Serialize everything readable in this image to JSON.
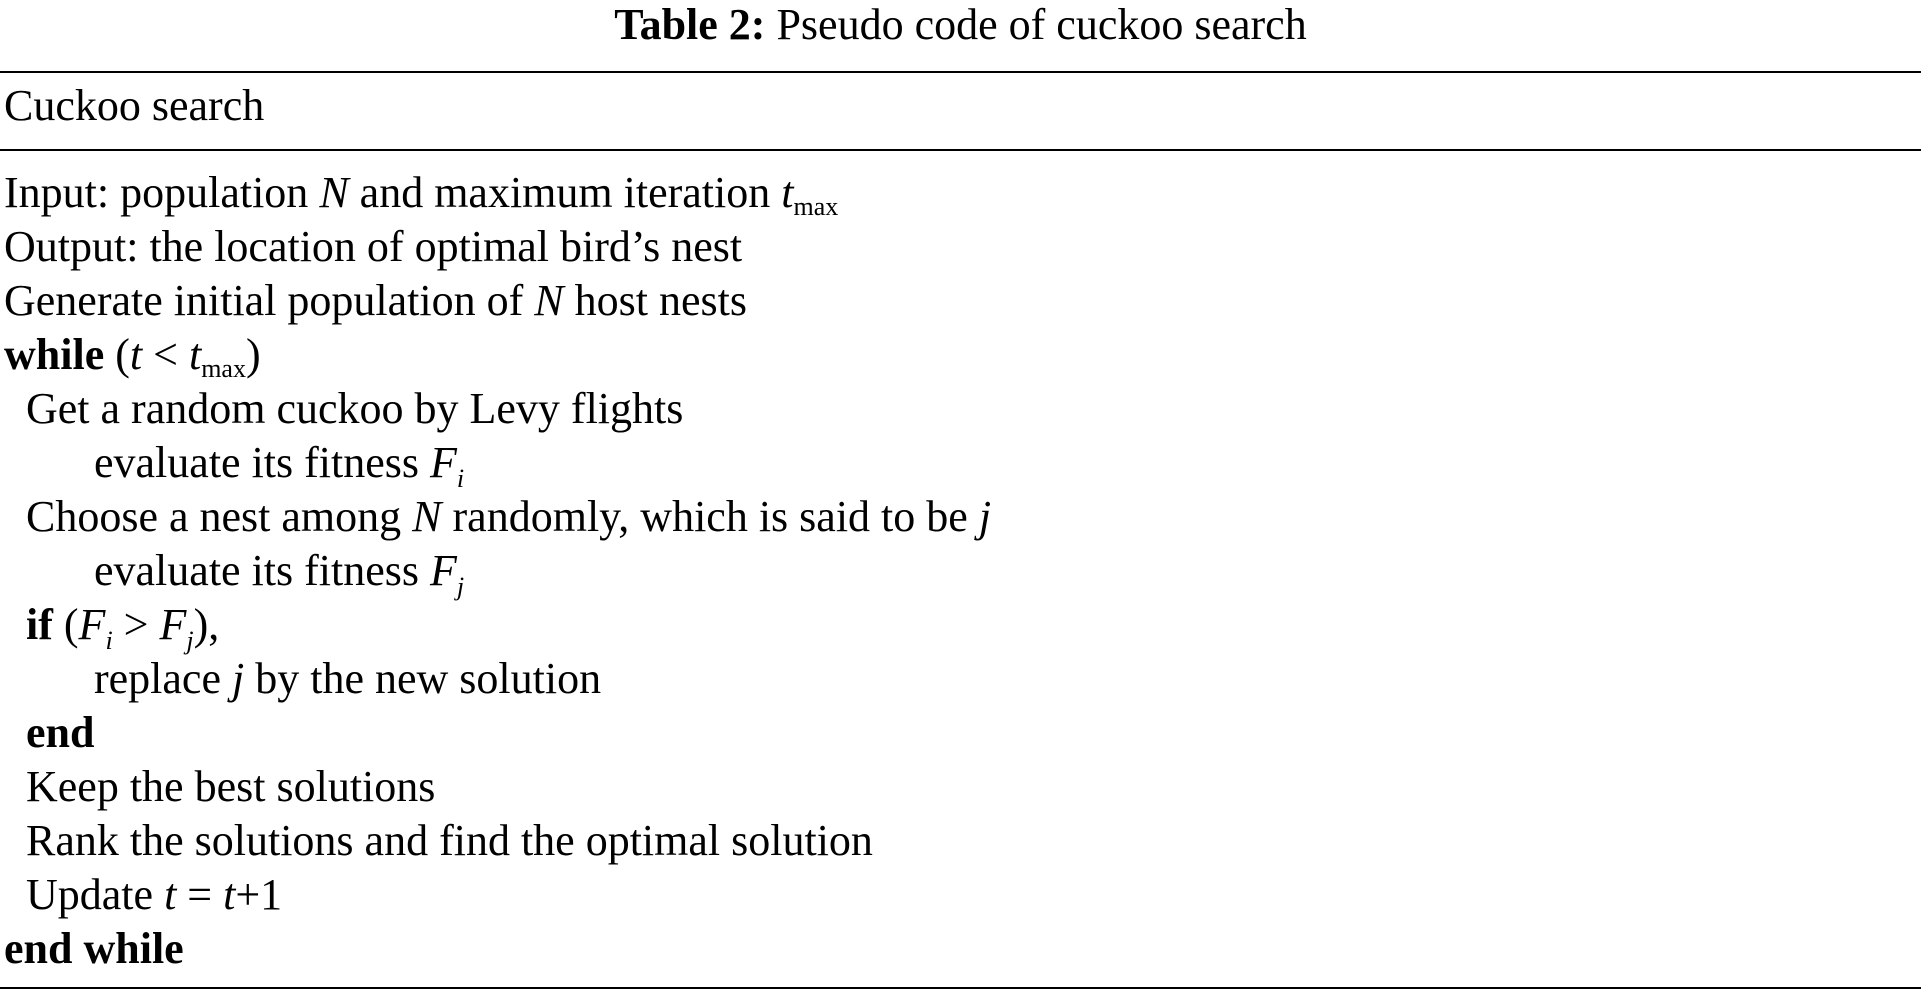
{
  "table": {
    "caption_label": "Table 2:",
    "caption_title": "Pseudo code of cuckoo search",
    "header": "Cuckoo search",
    "lines": [
      {
        "indent": 0,
        "segments": [
          {
            "t": "Input: population ",
            "s": "text"
          },
          {
            "t": "N",
            "s": "var"
          },
          {
            "t": " and maximum iteration ",
            "s": "text"
          },
          {
            "t": "t",
            "s": "var"
          },
          {
            "t": "max",
            "s": "sub"
          }
        ]
      },
      {
        "indent": 0,
        "segments": [
          {
            "t": "Output: the location of optimal bird’s nest",
            "s": "text"
          }
        ]
      },
      {
        "indent": 0,
        "segments": [
          {
            "t": "Generate initial population of ",
            "s": "text"
          },
          {
            "t": "N",
            "s": "var"
          },
          {
            "t": " host nests",
            "s": "text"
          }
        ]
      },
      {
        "indent": 0,
        "segments": [
          {
            "t": "while",
            "s": "kw"
          },
          {
            "t": " (",
            "s": "text"
          },
          {
            "t": "t",
            "s": "var"
          },
          {
            "t": " < ",
            "s": "text"
          },
          {
            "t": "t",
            "s": "var"
          },
          {
            "t": "max",
            "s": "sub"
          },
          {
            "t": ")",
            "s": "text"
          }
        ]
      },
      {
        "indent": 1,
        "segments": [
          {
            "t": "Get a random cuckoo by Levy flights",
            "s": "text"
          }
        ]
      },
      {
        "indent": 2,
        "segments": [
          {
            "t": "evaluate its fitness ",
            "s": "text"
          },
          {
            "t": "F",
            "s": "var"
          },
          {
            "t": "i",
            "s": "subvar"
          }
        ]
      },
      {
        "indent": 1,
        "segments": [
          {
            "t": "Choose a nest among ",
            "s": "text"
          },
          {
            "t": "N",
            "s": "var"
          },
          {
            "t": " randomly, which is said to be ",
            "s": "text"
          },
          {
            "t": "j",
            "s": "var"
          }
        ]
      },
      {
        "indent": 2,
        "segments": [
          {
            "t": "evaluate its fitness ",
            "s": "text"
          },
          {
            "t": "F",
            "s": "var"
          },
          {
            "t": "j",
            "s": "subvar"
          }
        ]
      },
      {
        "indent": 1,
        "segments": [
          {
            "t": "if",
            "s": "kw"
          },
          {
            "t": " (",
            "s": "text"
          },
          {
            "t": "F",
            "s": "var"
          },
          {
            "t": "i",
            "s": "subvar"
          },
          {
            "t": " > ",
            "s": "text"
          },
          {
            "t": "F",
            "s": "var"
          },
          {
            "t": "j",
            "s": "subvar"
          },
          {
            "t": "),",
            "s": "text"
          }
        ]
      },
      {
        "indent": 2,
        "segments": [
          {
            "t": "replace ",
            "s": "text"
          },
          {
            "t": "j",
            "s": "var"
          },
          {
            "t": " by the new solution",
            "s": "text"
          }
        ]
      },
      {
        "indent": 1,
        "segments": [
          {
            "t": "end",
            "s": "kw"
          }
        ]
      },
      {
        "indent": 1,
        "segments": [
          {
            "t": "Keep the best solutions",
            "s": "text"
          }
        ]
      },
      {
        "indent": 1,
        "segments": [
          {
            "t": "Rank the solutions and find the optimal solution",
            "s": "text"
          }
        ]
      },
      {
        "indent": 1,
        "segments": [
          {
            "t": "Update ",
            "s": "text"
          },
          {
            "t": "t",
            "s": "var"
          },
          {
            "t": " = ",
            "s": "text"
          },
          {
            "t": "t",
            "s": "var"
          },
          {
            "t": "+1",
            "s": "text"
          }
        ]
      },
      {
        "indent": 0,
        "segments": [
          {
            "t": "end while",
            "s": "kw"
          }
        ]
      }
    ]
  }
}
